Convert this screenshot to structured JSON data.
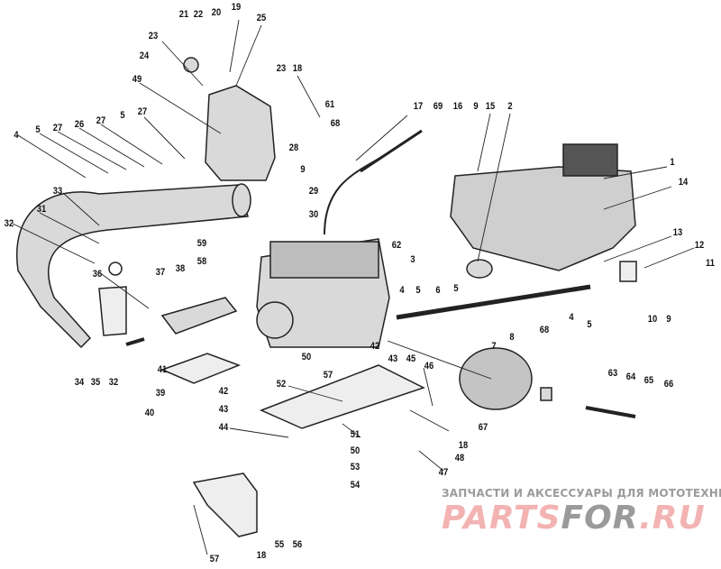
{
  "title": "Engine and exhaust parts diagram",
  "labels": [
    "21",
    "22",
    "20",
    "19",
    "25",
    "23",
    "24",
    "49",
    "23",
    "18",
    "61",
    "68",
    "17",
    "69",
    "16",
    "9",
    "15",
    "2",
    "1",
    "14",
    "4",
    "5",
    "27",
    "26",
    "27",
    "5",
    "27",
    "28",
    "9",
    "29",
    "30",
    "33",
    "31",
    "32",
    "59",
    "58",
    "62",
    "3",
    "13",
    "12",
    "11",
    "10",
    "9",
    "36",
    "37",
    "38",
    "4",
    "5",
    "6",
    "5",
    "68",
    "8",
    "7",
    "4",
    "5",
    "34",
    "35",
    "32",
    "41",
    "39",
    "40",
    "42",
    "43",
    "45",
    "46",
    "50",
    "57",
    "63",
    "64",
    "65",
    "66",
    "42",
    "43",
    "44",
    "52",
    "67",
    "18",
    "51",
    "50",
    "48",
    "47",
    "53",
    "54",
    "57",
    "18",
    "55",
    "56"
  ],
  "watermark": {
    "subtitle": "ЗАПЧАСТИ И АКСЕССУАРЫ ДЛЯ МОТОТЕХНИКИ",
    "logo_part1": "PARTS",
    "logo_part2": "FOR",
    "logo_part3": ".RU",
    "color_pink": "#f3b3b3",
    "color_gray": "#9a9a9a"
  }
}
